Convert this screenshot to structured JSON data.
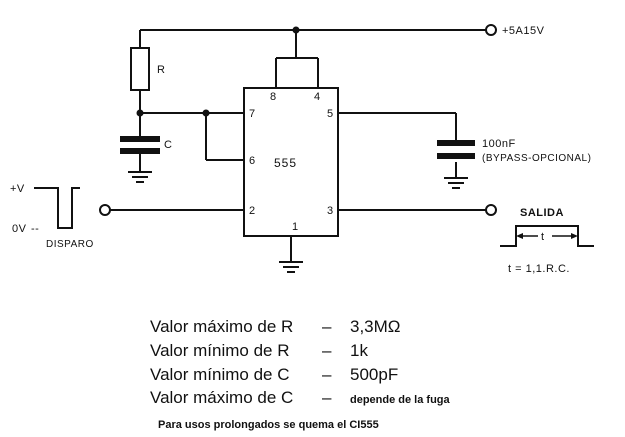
{
  "supply_label": "+5A15V",
  "resistor_label": "R",
  "capacitor_label": "C",
  "ic_label": "555",
  "pins": {
    "p8": "8",
    "p4": "4",
    "p7": "7",
    "p5": "5",
    "p6": "6",
    "p2": "2",
    "p3": "3",
    "p1": "1"
  },
  "bypass": {
    "value": "100nF",
    "note": "(BYPASS-OPCIONAL)"
  },
  "trigger": {
    "high": "+V",
    "low": "0V",
    "label": "DISPARO"
  },
  "output": {
    "label": "SALIDA",
    "t_label": "t",
    "formula": "t = 1,1.R.C."
  },
  "specs": [
    {
      "label": "Valor máximo de R",
      "dash": "–",
      "value": "3,3MΩ"
    },
    {
      "label": "Valor mínimo de R",
      "dash": "–",
      "value": "1k"
    },
    {
      "label": "Valor mínimo de C",
      "dash": "–",
      "value": "500pF"
    },
    {
      "label": "Valor máximo de C",
      "dash": "–",
      "value": "depende de la fuga"
    }
  ],
  "footnote": "Para usos prolongados se quema el CI555"
}
